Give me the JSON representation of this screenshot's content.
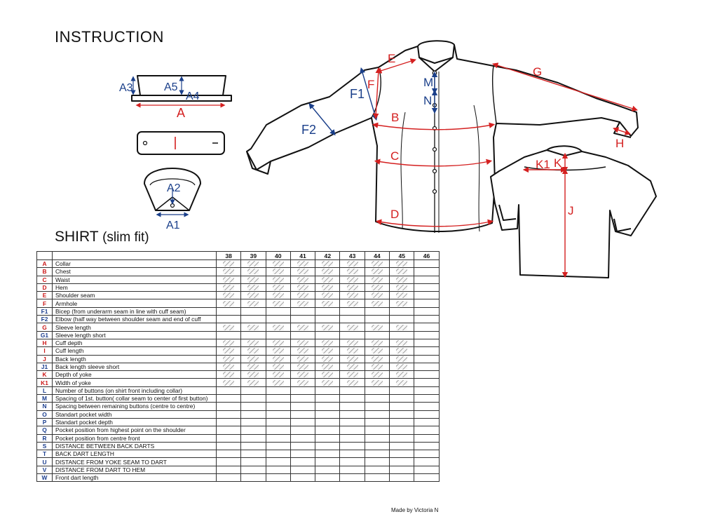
{
  "page": {
    "title": "INSTRUCTION",
    "shirt_title_main": "SHIRT",
    "shirt_title_fit": "(slim fit)",
    "credit": "Made by Victoria N"
  },
  "colors": {
    "red": "#d42020",
    "blue": "#1a3f8a"
  },
  "diagram": {
    "collar_labels": {
      "a3": "A3",
      "a5": "A5",
      "a4": "A4",
      "a": "A"
    },
    "cuff_labels": {
      "i": "I"
    },
    "collar_neck_labels": {
      "a2": "A2",
      "a1": "A1"
    },
    "front_labels": {
      "e": "E",
      "g": "G",
      "f1": "F1",
      "f": "F",
      "m": "M",
      "n": "N",
      "b": "B",
      "f2": "F2",
      "h": "H",
      "c": "C",
      "d": "D"
    },
    "back_labels": {
      "k1": "K1",
      "k": "K",
      "j": "J"
    }
  },
  "table": {
    "size_headers": [
      "38",
      "39",
      "40",
      "41",
      "42",
      "43",
      "44",
      "45",
      "46"
    ],
    "rows": [
      {
        "code": "A",
        "color": "red",
        "label": "Collar",
        "filled": 8
      },
      {
        "code": "B",
        "color": "red",
        "label": "Chest",
        "filled": 8
      },
      {
        "code": "C",
        "color": "red",
        "label": "Waist",
        "filled": 8
      },
      {
        "code": "D",
        "color": "red",
        "label": "Hem",
        "filled": 8
      },
      {
        "code": "E",
        "color": "red",
        "label": "Shoulder seam",
        "filled": 8
      },
      {
        "code": "F",
        "color": "red",
        "label": "Armhole",
        "filled": 8
      },
      {
        "code": "F1",
        "color": "blue",
        "label": "Bicep (from underarm seam in line with cuff seam)",
        "filled": 0
      },
      {
        "code": "F2",
        "color": "blue",
        "label": "Elbow (half way between shoulder seam and end of cuff",
        "filled": 0
      },
      {
        "code": "G",
        "color": "red",
        "label": "Sleeve length",
        "filled": 8
      },
      {
        "code": "G1",
        "color": "blue",
        "label": "Sleeve length short",
        "filled": 0
      },
      {
        "code": "H",
        "color": "red",
        "label": "Cuff depth",
        "filled": 8
      },
      {
        "code": "I",
        "color": "red",
        "label": "Cuff length",
        "filled": 8
      },
      {
        "code": "J",
        "color": "red",
        "label": "Back length",
        "filled": 8
      },
      {
        "code": "J1",
        "color": "blue",
        "label": "Back length sleeve short",
        "filled": 8
      },
      {
        "code": "K",
        "color": "red",
        "label": "Depth of yoke",
        "filled": 8
      },
      {
        "code": "K1",
        "color": "red",
        "label": "Width of yoke",
        "filled": 8
      },
      {
        "code": "L",
        "color": "blue",
        "label": "Number of buttons (on shirt  front including collar)",
        "filled": 0
      },
      {
        "code": "M",
        "color": "blue",
        "label": "Spacing of 1st. button( collar seam to center of first button)",
        "filled": 0
      },
      {
        "code": "N",
        "color": "blue",
        "label": "Spacing between remaining  buttons (centre to centre)",
        "filled": 0
      },
      {
        "code": "O",
        "color": "blue",
        "label": "Standart pocket width",
        "filled": 0
      },
      {
        "code": "P",
        "color": "blue",
        "label": "Standart pocket depth",
        "filled": 0
      },
      {
        "code": "Q",
        "color": "blue",
        "label": "Pocket position from  highest  point  on the shoulder",
        "filled": 0
      },
      {
        "code": "R",
        "color": "blue",
        "label": "Pocket position from centre front",
        "filled": 0
      },
      {
        "code": "S",
        "color": "blue",
        "label": "DISTANCE BETWEEN BACK DARTS",
        "filled": 0
      },
      {
        "code": "T",
        "color": "blue",
        "label": "BACK DART LENGTH",
        "filled": 0
      },
      {
        "code": "U",
        "color": "blue",
        "label": "DISTANCE FROM YOKE SEAM TO DART",
        "filled": 0
      },
      {
        "code": "V",
        "color": "blue",
        "label": "DISTANCE FROM DART TO HEM",
        "filled": 0
      },
      {
        "code": "W",
        "color": "blue",
        "label": "Front dart length",
        "filled": 0
      }
    ]
  }
}
